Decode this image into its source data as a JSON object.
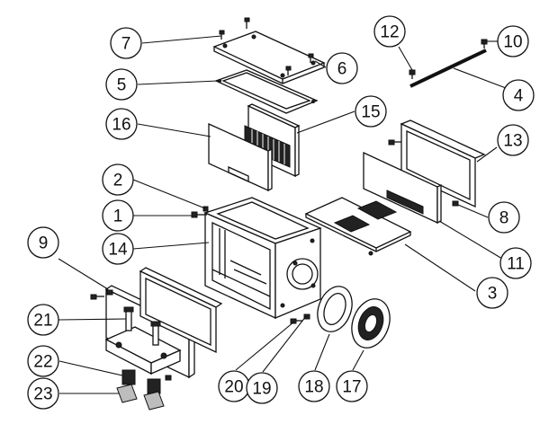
{
  "callouts": [
    {
      "id": "7",
      "label": "7"
    },
    {
      "id": "5",
      "label": "5"
    },
    {
      "id": "6",
      "label": "6"
    },
    {
      "id": "16",
      "label": "16"
    },
    {
      "id": "15",
      "label": "15"
    },
    {
      "id": "2",
      "label": "2"
    },
    {
      "id": "1",
      "label": "1"
    },
    {
      "id": "14",
      "label": "14"
    },
    {
      "id": "9",
      "label": "9"
    },
    {
      "id": "21",
      "label": "21"
    },
    {
      "id": "22",
      "label": "22"
    },
    {
      "id": "23",
      "label": "23"
    },
    {
      "id": "20",
      "label": "20"
    },
    {
      "id": "19",
      "label": "19"
    },
    {
      "id": "18",
      "label": "18"
    },
    {
      "id": "17",
      "label": "17"
    },
    {
      "id": "12",
      "label": "12"
    },
    {
      "id": "10",
      "label": "10"
    },
    {
      "id": "4",
      "label": "4"
    },
    {
      "id": "13",
      "label": "13"
    },
    {
      "id": "8",
      "label": "8"
    },
    {
      "id": "11",
      "label": "11"
    },
    {
      "id": "3",
      "label": "3"
    }
  ]
}
